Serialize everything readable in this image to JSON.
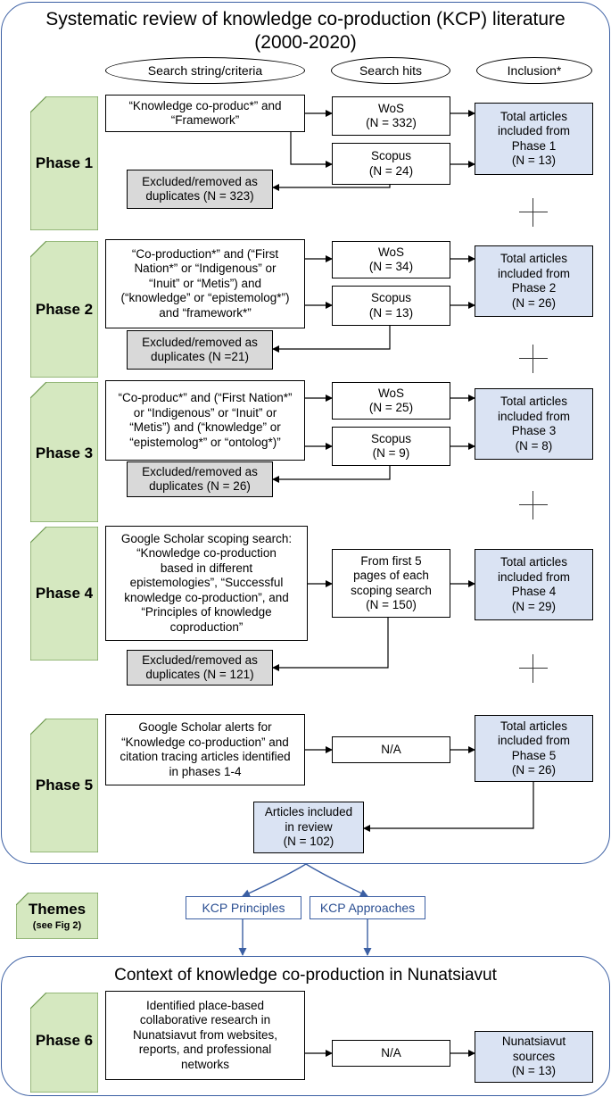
{
  "title": {
    "line1": "Systematic review of knowledge co-production (KCP) literature",
    "line2": "(2000-2020)"
  },
  "headers": {
    "search": "Search string/criteria",
    "hits": "Search hits",
    "inclusion": "Inclusion*"
  },
  "phases": [
    {
      "label": "Phase 1",
      "criteria": "“Knowledge co-produc*” and\n“Framework”",
      "hits": [
        "WoS\n(N = 332)",
        "Scopus\n(N = 24)"
      ],
      "excluded": "Excluded/removed as\nduplicates (N = 323)",
      "inclusion": "Total articles\nincluded from\nPhase 1\n(N = 13)"
    },
    {
      "label": "Phase 2",
      "criteria": "“Co-production*” and (“First\nNation*” or “Indigenous” or\n“Inuit” or “Metis”) and\n(“knowledge” or “epistemolog*”)\nand “framework*”",
      "hits": [
        "WoS\n(N = 34)",
        "Scopus\n(N = 13)"
      ],
      "excluded": "Excluded/removed as\nduplicates (N =21)",
      "inclusion": "Total articles\nincluded from\nPhase 2\n(N = 26)"
    },
    {
      "label": "Phase 3",
      "criteria": "“Co-produc*” and (“First Nation*”\nor “Indigenous” or “Inuit” or\n“Metis”) and (“knowledge” or\n“epistemolog*” or “ontolog*)”",
      "hits": [
        "WoS\n(N = 25)",
        "Scopus\n(N = 9)"
      ],
      "excluded": "Excluded/removed as\nduplicates (N = 26)",
      "inclusion": "Total articles\nincluded from\nPhase 3\n(N = 8)"
    },
    {
      "label": "Phase 4",
      "criteria": "Google Scholar scoping search:\n“Knowledge co-production\nbased in different\nepistemologies”, “Successful\nknowledge co-production”, and\n“Principles of knowledge\ncoproduction”",
      "hits": [
        "From first 5\npages of each\nscoping search\n(N = 150)"
      ],
      "excluded": "Excluded/removed as\nduplicates (N = 121)",
      "inclusion": "Total articles\nincluded from\nPhase 4\n(N = 29)"
    },
    {
      "label": "Phase 5",
      "criteria": "Google Scholar alerts for\n“Knowledge co-production” and\ncitation tracing articles identified\nin phases 1-4",
      "hits": [
        "N/A"
      ],
      "inclusion": "Total articles\nincluded from\nPhase 5\n(N = 26)"
    }
  ],
  "review": "Articles included\nin review\n(N = 102)",
  "themes": {
    "label": "Themes",
    "sublabel": "(see Fig 2)",
    "principles": "KCP Principles",
    "approaches": "KCP Approaches"
  },
  "context": {
    "title": "Context of knowledge co-production in Nunatsiavut",
    "phase": "Phase 6",
    "criteria": "Identified place-based\ncollaborative research in\nNunatsiavut from websites,\nreports, and professional\nnetworks",
    "hits": "N/A",
    "inclusion": "Nunatsiavut\nsources\n(N = 13)"
  },
  "colors": {
    "phase_fill": "#d5e8c0",
    "phase_stroke": "#6f9a50",
    "frame": "#3b5fa3",
    "inclusion_fill": "#dae3f3",
    "excluded_fill": "#d9d9d9"
  }
}
